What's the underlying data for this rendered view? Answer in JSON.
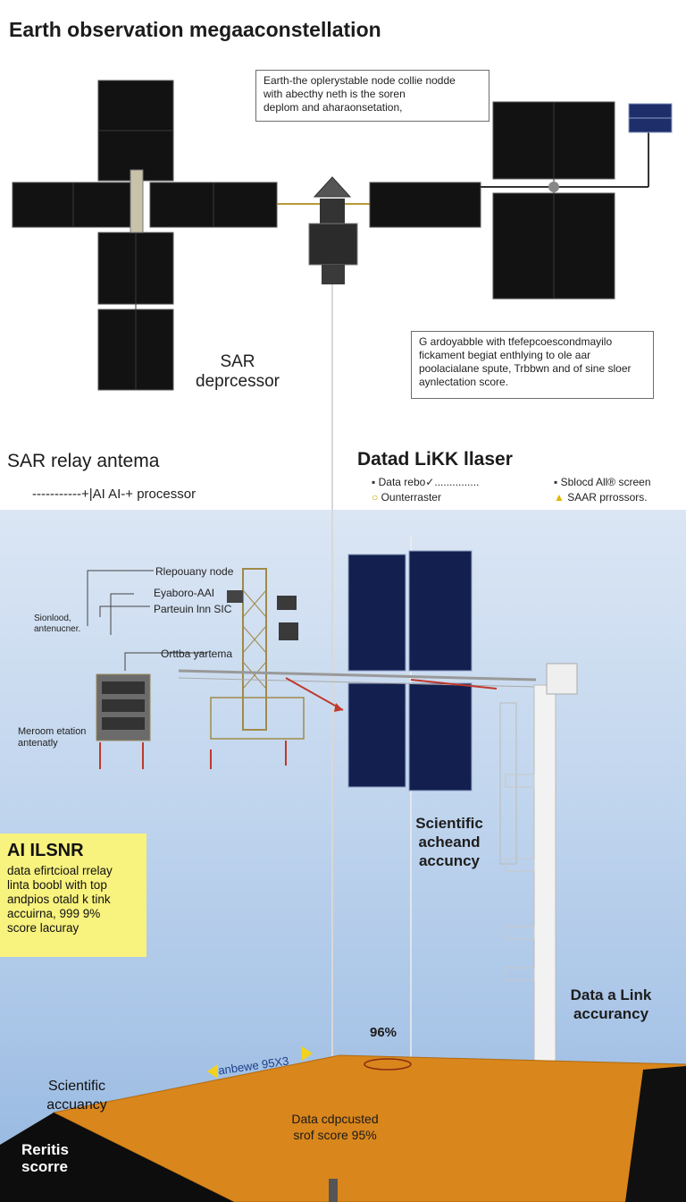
{
  "title": "Earth observation megaaconstellation",
  "note_top": [
    "Earth-the oplerystable node collie nodde",
    "with abecthy neth is the soren",
    "deplom and aharaonsetation,"
  ],
  "note_right": [
    "G ardoyabble with tfefepcoescondmayilo",
    "fickament begiat enthlying to ole aar",
    "poolacialane spute, Trbbwn and of sine sloer",
    "aynlectation score."
  ],
  "sar_depressor": [
    "SAR",
    "deprcessor"
  ],
  "sar_relay": "SAR relay antema",
  "processor_line": "-----------+|AI AI-+ processor",
  "datad_link": "Datad LiKK llaser",
  "legend": [
    {
      "marker": "▪",
      "text": "Data rebo✓...............",
      "color": "#333333"
    },
    {
      "marker": "▪",
      "text": "Sblocd All® screen",
      "color": "#333333"
    },
    {
      "marker": "○",
      "text": "Ounterraster",
      "color": "#c9a400"
    },
    {
      "marker": "▲",
      "text": "SAAR prrossors.",
      "color": "#e0b800"
    }
  ],
  "tower_labels": [
    "Rlepouany node",
    "Eyaboro-AAI",
    "Parteuin lnn SIC",
    "Orttba yartema"
  ],
  "left_labels": {
    "sionlood": [
      "Sionlood,",
      "antenucner."
    ],
    "meroom": [
      "Meroom etation",
      "antenatly"
    ]
  },
  "ai_box": {
    "title": "AI ILSNR",
    "lines": [
      "data efirtcioal rrelay",
      "linta boobl with top",
      "andpios otald k tink",
      "accuirna, 999 9%",
      "score lacuray"
    ]
  },
  "scientific_mid": [
    "Scientific",
    "acheand",
    "accuncy"
  ],
  "data_link_accuracy": [
    "Data a Link",
    "accurancy"
  ],
  "pct_96": "96%",
  "anbewe": "anbewe 95X3",
  "scientific_bottom": [
    "Scientific",
    "accuancy"
  ],
  "data_compusted": [
    "Data cdpcusted",
    "srof score 95%"
  ],
  "rentis": [
    "Reritis",
    "scorre"
  ],
  "colors": {
    "ground": "#d9861c",
    "solar_dark": "#141414",
    "solar_blue": "#13204f",
    "ai_box": "#f8f27e",
    "arrow_red": "#c0392b"
  }
}
